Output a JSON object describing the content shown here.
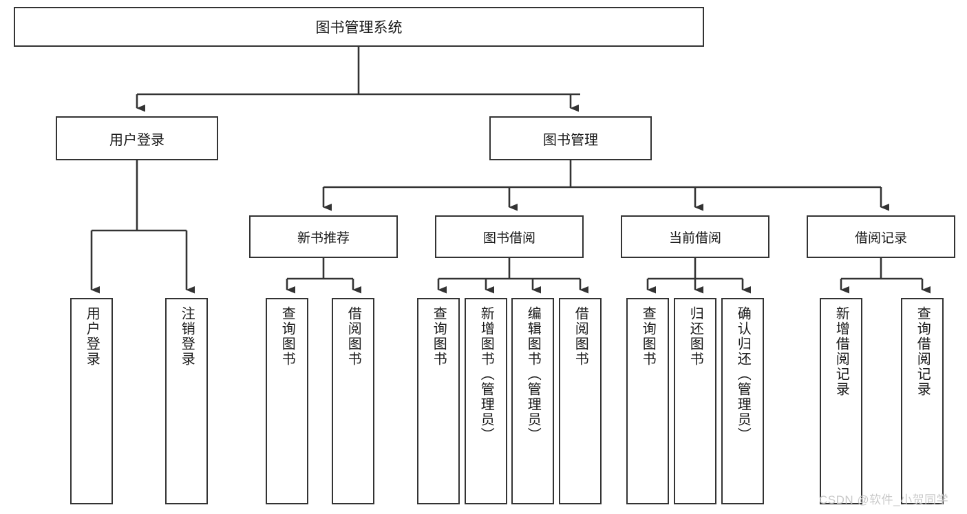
{
  "diagram": {
    "title": "图书管理系统",
    "type": "hierarchy-tree",
    "root": {
      "label": "图书管理系统"
    },
    "level2": [
      {
        "label": "用户登录"
      },
      {
        "label": "图书管理"
      }
    ],
    "level3": [
      {
        "label": "新书推荐"
      },
      {
        "label": "图书借阅"
      },
      {
        "label": "当前借阅"
      },
      {
        "label": "借阅记录"
      }
    ],
    "leaves": {
      "user_login": [
        {
          "label": "用户登录"
        },
        {
          "label": "注销登录"
        }
      ],
      "new_book_recommend": [
        {
          "label": "查询图书"
        },
        {
          "label": "借阅图书"
        }
      ],
      "book_borrow": [
        {
          "label": "查询图书"
        },
        {
          "label": "新增图书（管理员）"
        },
        {
          "label": "编辑图书（管理员）"
        },
        {
          "label": "借阅图书"
        }
      ],
      "current_borrow": [
        {
          "label": "查询图书"
        },
        {
          "label": "归还图书"
        },
        {
          "label": "确认归还（管理员）"
        }
      ],
      "borrow_record": [
        {
          "label": "新增借阅记录"
        },
        {
          "label": "查询借阅记录"
        }
      ]
    }
  },
  "watermark": {
    "text": "CSDN @软件_小贺同学"
  },
  "colors": {
    "border": "#333333",
    "text": "#1a1a1a",
    "background": "#ffffff",
    "watermark": "#c9c9c9"
  }
}
